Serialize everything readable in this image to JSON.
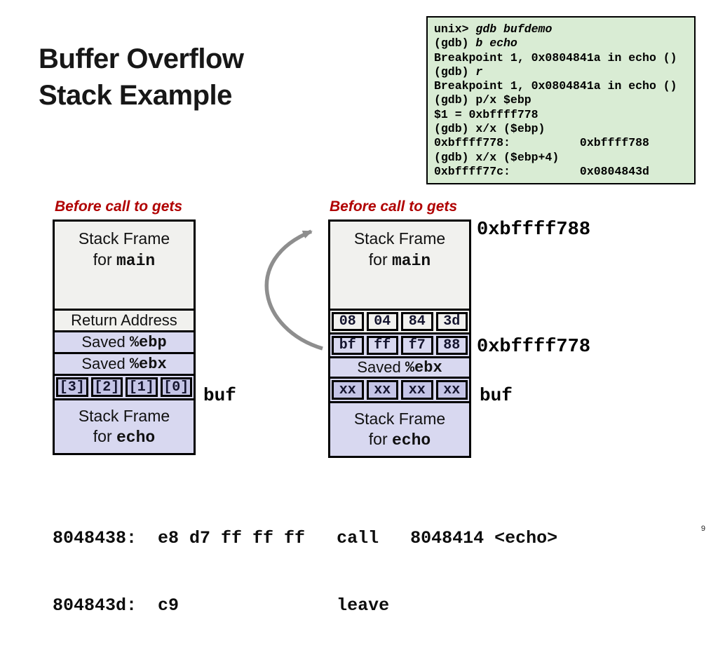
{
  "title": {
    "line1": "Buffer Overflow",
    "line2": "Stack Example"
  },
  "gdb": {
    "lines": [
      {
        "pre": "unix> ",
        "it": "gdb bufdemo"
      },
      {
        "pre": "(gdb) ",
        "it": "b echo"
      },
      {
        "pre": "Breakpoint 1, 0x0804841a in echo ()",
        "it": ""
      },
      {
        "pre": "(gdb) ",
        "it": "r"
      },
      {
        "pre": "Breakpoint 1, 0x0804841a in echo ()",
        "it": ""
      },
      {
        "pre": "(gdb) p/x $ebp",
        "it": ""
      },
      {
        "pre": "$1 = 0xbffff778",
        "it": ""
      },
      {
        "pre": "(gdb) x/x ($ebp)",
        "it": ""
      },
      {
        "pre": "0xbffff778:          0xbffff788",
        "it": ""
      },
      {
        "pre": "(gdb) x/x ($ebp+4)",
        "it": ""
      },
      {
        "pre": "0xbffff77c:          0x0804843d",
        "it": ""
      }
    ]
  },
  "stacks": {
    "left": {
      "label": "Before call to gets",
      "main_line1": "Stack Frame",
      "main_for": "for ",
      "main_fn": "main",
      "return_label": "Return Address",
      "ebp_pre": "Saved ",
      "ebp_reg": "%ebp",
      "ebx_pre": "Saved ",
      "ebx_reg": "%ebx",
      "buf_cells": [
        "[3]",
        "[2]",
        "[1]",
        "[0]"
      ],
      "echo_line1": "Stack Frame",
      "echo_for": "for ",
      "echo_fn": "echo",
      "buf_label": "buf"
    },
    "right": {
      "label": "Before call to gets",
      "main_line1": "Stack Frame",
      "main_for": "for ",
      "main_fn": "main",
      "ret_cells": [
        "08",
        "04",
        "84",
        "3d"
      ],
      "ebp_cells": [
        "bf",
        "ff",
        "f7",
        "88"
      ],
      "ebx_pre": "Saved ",
      "ebx_reg": "%ebx",
      "buf_cells": [
        "xx",
        "xx",
        "xx",
        "xx"
      ],
      "echo_line1": "Stack Frame",
      "echo_for": "for ",
      "echo_fn": "echo",
      "buf_label": "buf",
      "addr_top": "0xbffff788",
      "addr_ebp": "0xbffff778"
    }
  },
  "disassembly": {
    "line1": "8048438:  e8 d7 ff ff ff   call   8048414 <echo>",
    "line2": "804843d:  c9               leave"
  },
  "page_number": "9",
  "colors": {
    "label_red": "#b00000",
    "gdb_green": "#d9ecd4",
    "row_gray": "#f1f1ee",
    "row_lavender": "#d8d8f0",
    "cell_purple": "#c4c4e6",
    "arrow_gray": "#8e8e8e"
  }
}
